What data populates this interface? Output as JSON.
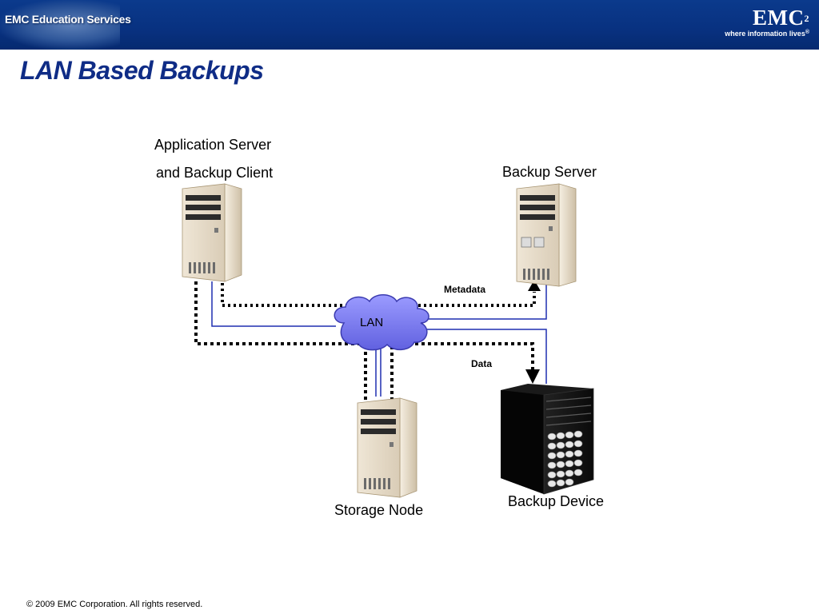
{
  "header": {
    "left_logo_text": "EMC Education Services",
    "brand": "EMC",
    "brand_superscript": "2",
    "brand_tagline": "where information lives"
  },
  "slide": {
    "title": "LAN Based Backups"
  },
  "diagram": {
    "nodes": {
      "app_server_line1": "Application Server",
      "app_server_line2": "and Backup Client",
      "backup_server": "Backup Server",
      "storage_node": "Storage Node",
      "backup_device": "Backup Device",
      "lan": "LAN"
    },
    "flows": {
      "metadata": "Metadata",
      "data": "Data"
    },
    "colors": {
      "lan_cloud": "#7c7cf0",
      "network_line": "#1f2fb0",
      "flow_line": "#000000"
    }
  },
  "footer": {
    "copyright": "© 2009 EMC Corporation. All rights reserved."
  }
}
